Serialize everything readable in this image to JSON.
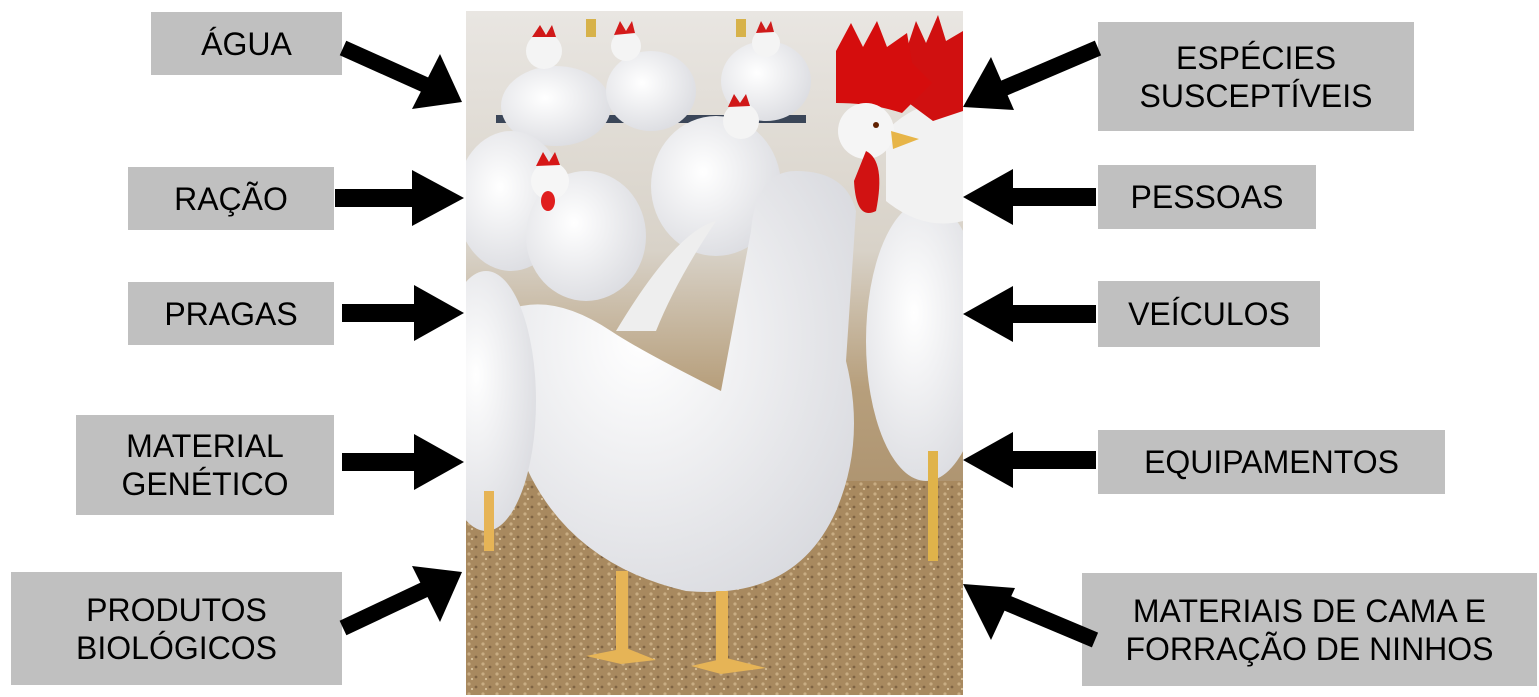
{
  "left_factors": [
    {
      "id": "agua",
      "lines": [
        "ÁGUA"
      ]
    },
    {
      "id": "racao",
      "lines": [
        "RAÇÃO"
      ]
    },
    {
      "id": "pragas",
      "lines": [
        "PRAGAS"
      ]
    },
    {
      "id": "material-genetico",
      "lines": [
        "MATERIAL",
        "GENÉTICO"
      ]
    },
    {
      "id": "produtos-biologicos",
      "lines": [
        "PRODUTOS",
        "BIOLÓGICOS"
      ]
    }
  ],
  "right_factors": [
    {
      "id": "especies-susceptiveis",
      "lines": [
        "ESPÉCIES",
        "SUSCEPTÍVEIS"
      ]
    },
    {
      "id": "pessoas",
      "lines": [
        "PESSOAS"
      ]
    },
    {
      "id": "veiculos",
      "lines": [
        "VEÍCULOS"
      ]
    },
    {
      "id": "equipamentos",
      "lines": [
        "EQUIPAMENTOS"
      ]
    },
    {
      "id": "materiais-cama",
      "lines": [
        "MATERIAIS DE CAMA E",
        "FORRAÇÃO DE NINHOS"
      ]
    }
  ],
  "center_image": {
    "subject": "white chickens in poultry house"
  },
  "colors": {
    "label_bg": "#c0c0c0",
    "arrow": "#000000"
  }
}
